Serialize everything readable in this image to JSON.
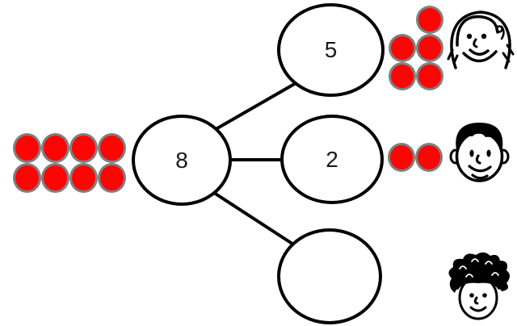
{
  "diagram": {
    "kind": "number-bond",
    "whole": {
      "label": "8"
    },
    "parts": [
      {
        "label": "5"
      },
      {
        "label": "2"
      },
      {
        "label": ""
      }
    ]
  },
  "counter_groups": {
    "whole": {
      "rows": 2,
      "cols": 4,
      "count": 8
    },
    "part5": {
      "rows": 3,
      "cols": 2,
      "count": 5
    },
    "part2": {
      "rows": 1,
      "cols": 2,
      "count": 2
    }
  },
  "faces": [
    {
      "name": "girl-face"
    },
    {
      "name": "boy-face"
    },
    {
      "name": "curly-hair-child-face"
    }
  ],
  "colors": {
    "counter_fill": "#fb0505",
    "counter_border": "#7f7f7f",
    "outline": "#000000",
    "background": "#ffffff",
    "ink": "#1a1a1a"
  }
}
